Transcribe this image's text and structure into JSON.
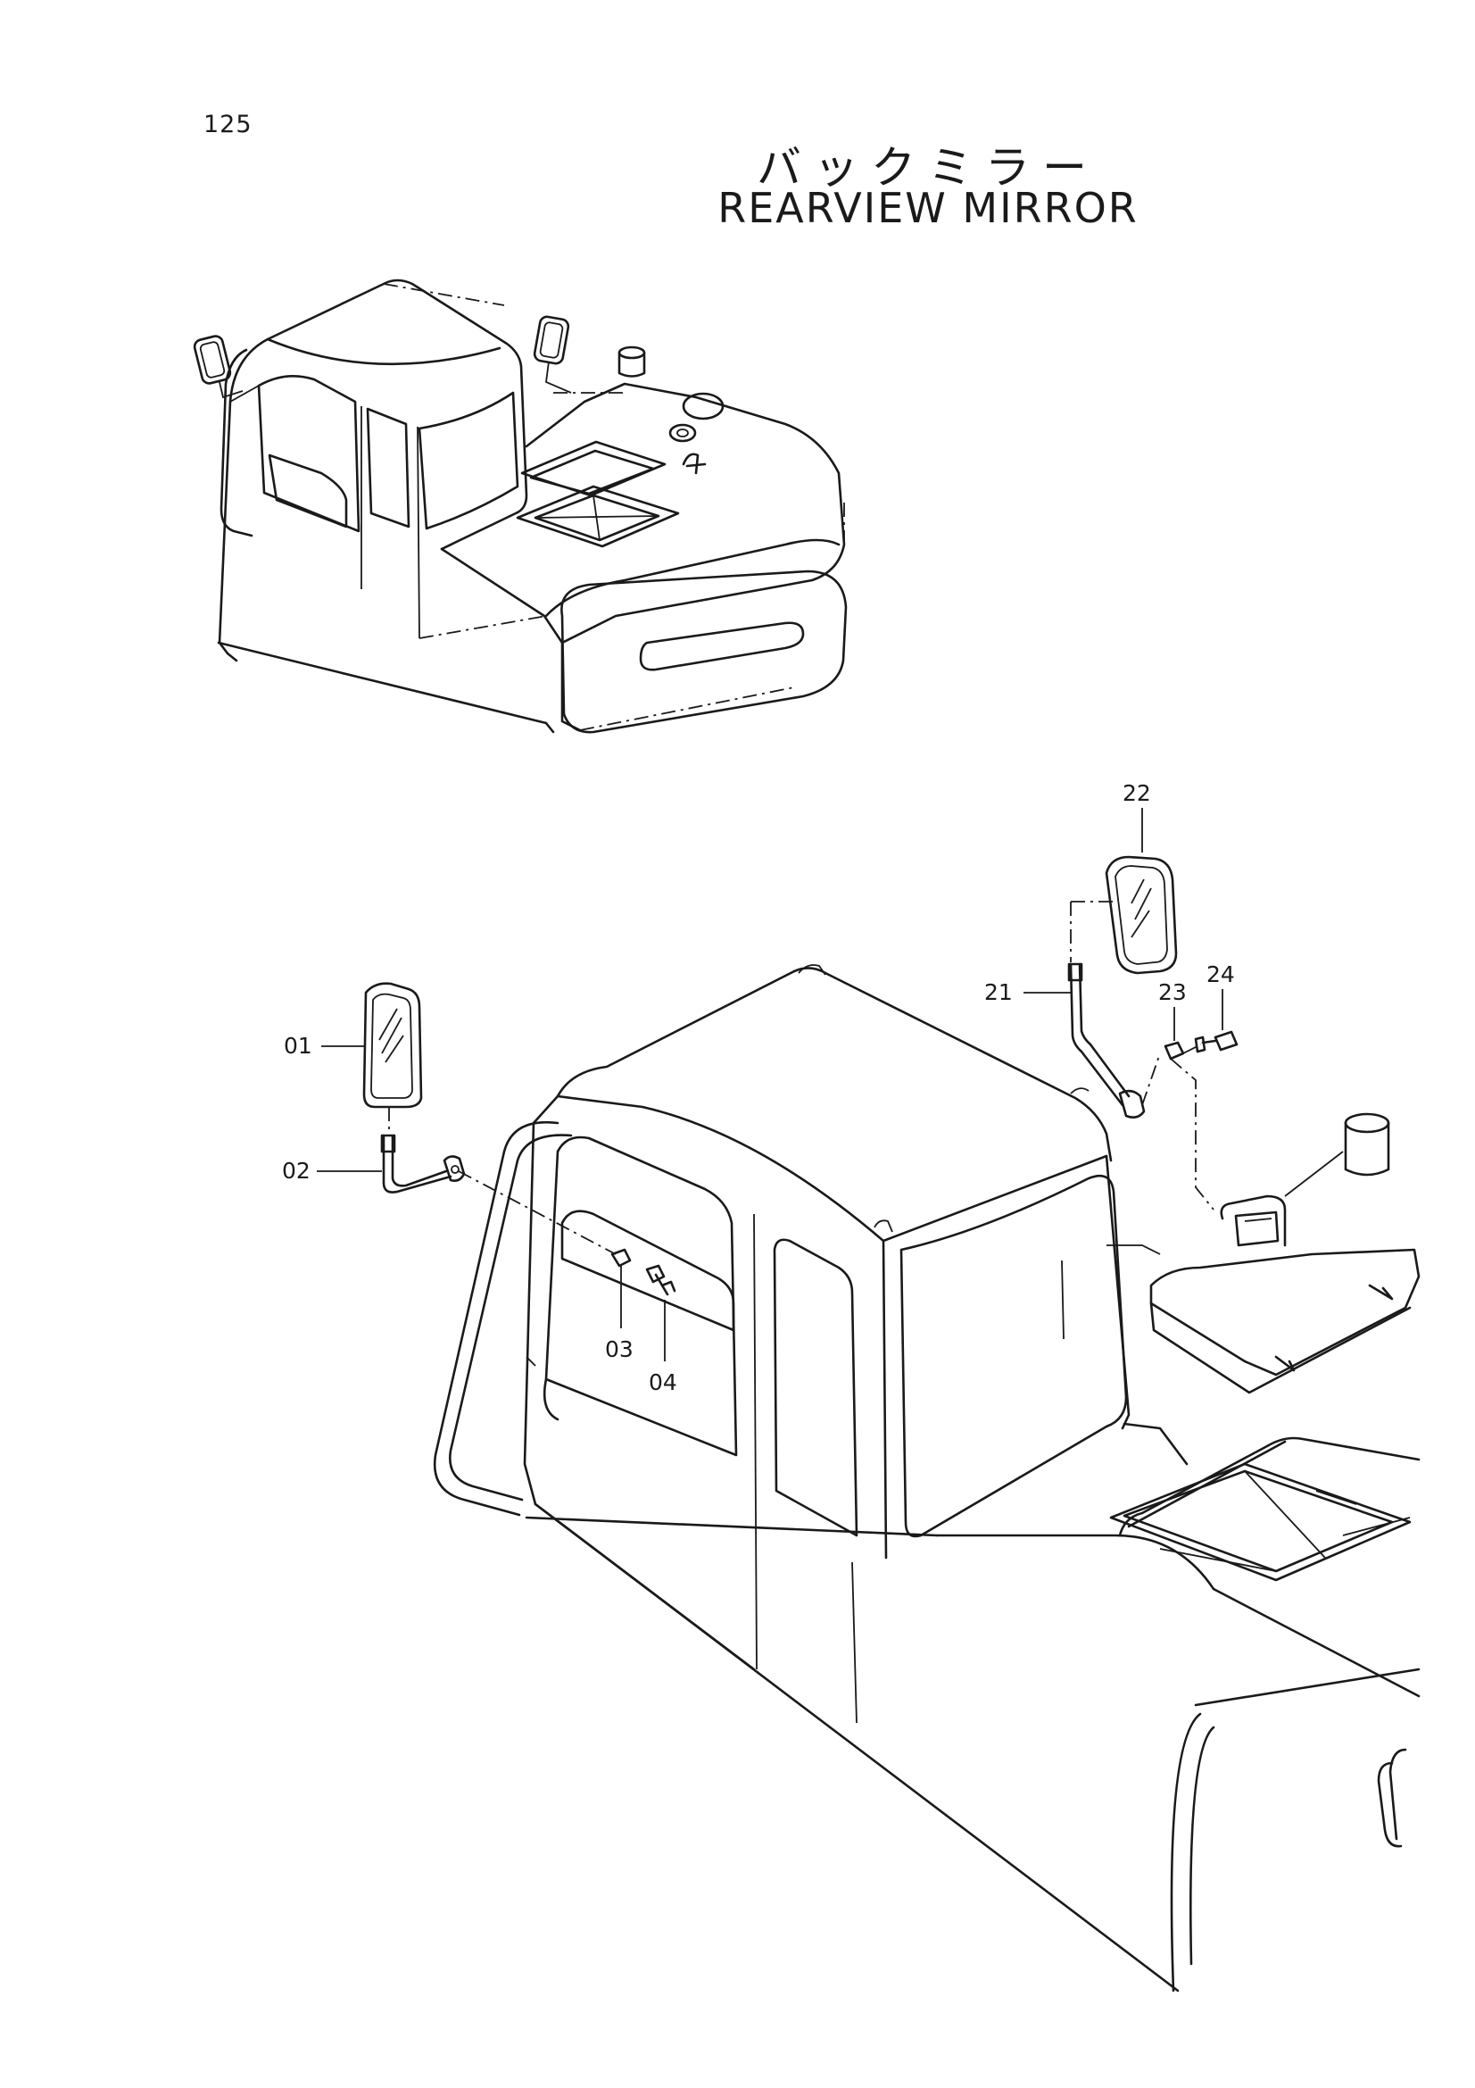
{
  "page_number": "125",
  "title_jp": "バックミラー",
  "title_en": "REARVIEW MIRROR",
  "callouts": [
    {
      "id": "01"
    },
    {
      "id": "02"
    },
    {
      "id": "03"
    },
    {
      "id": "04"
    },
    {
      "id": "21"
    },
    {
      "id": "22"
    },
    {
      "id": "23"
    },
    {
      "id": "24"
    }
  ]
}
